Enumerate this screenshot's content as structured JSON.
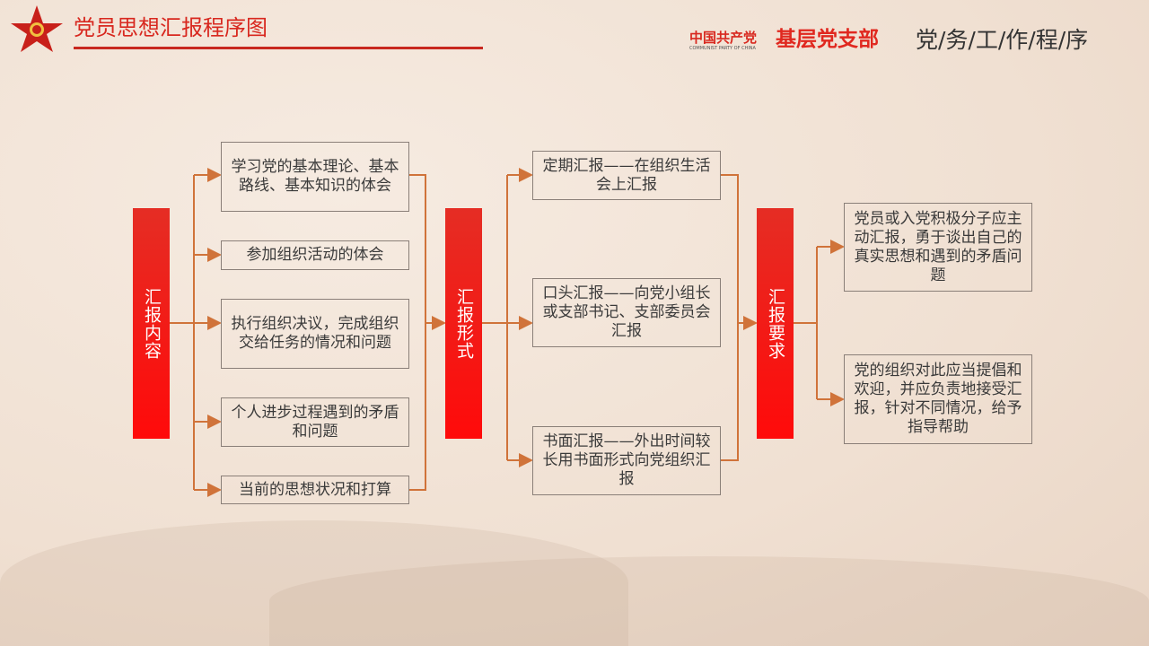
{
  "header": {
    "title": "党员思想汇报程序图",
    "brand_cn": "中国共产党",
    "brand_en": "COMMUNIST PARTY OF CHINA",
    "brand_branch": "基层党支部",
    "section": "党/务/工/作/程/序"
  },
  "colors": {
    "accent": "#e0281f",
    "connector": "#d0733a"
  },
  "diagram": {
    "bars": [
      "汇报内容",
      "汇报形式",
      "汇报要求"
    ],
    "content": [
      "学习党的基本理论、基本路线、基本知识的体会",
      "参加组织活动的体会",
      "执行组织决议，完成组织交给任务的情况和问题",
      "个人进步过程遇到的矛盾和问题",
      "当前的思想状况和打算"
    ],
    "forms": [
      "定期汇报——在组织生活会上汇报",
      "口头汇报——向党小组长或支部书记、支部委员会汇报",
      "书面汇报——外出时间较长用书面形式向党组织汇报"
    ],
    "requirements": [
      "党员或入党积极分子应主动汇报，勇于谈出自己的真实思想和遇到的矛盾问题",
      "党的组织对此应当提倡和欢迎，并应负责地接受汇报，针对不同情况，给予指导帮助"
    ]
  }
}
